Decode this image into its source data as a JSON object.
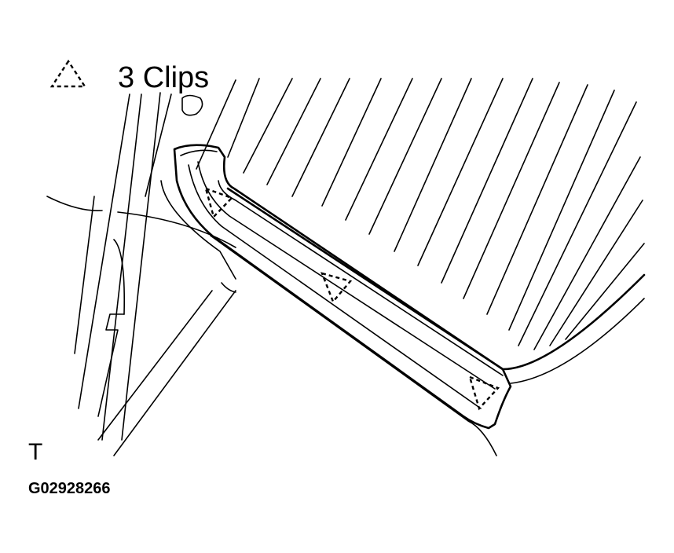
{
  "legend": {
    "symbol": "dashed-triangle-clip-icon",
    "text": "3 Clips"
  },
  "view_marker": "T",
  "figure_code": "G02928266"
}
